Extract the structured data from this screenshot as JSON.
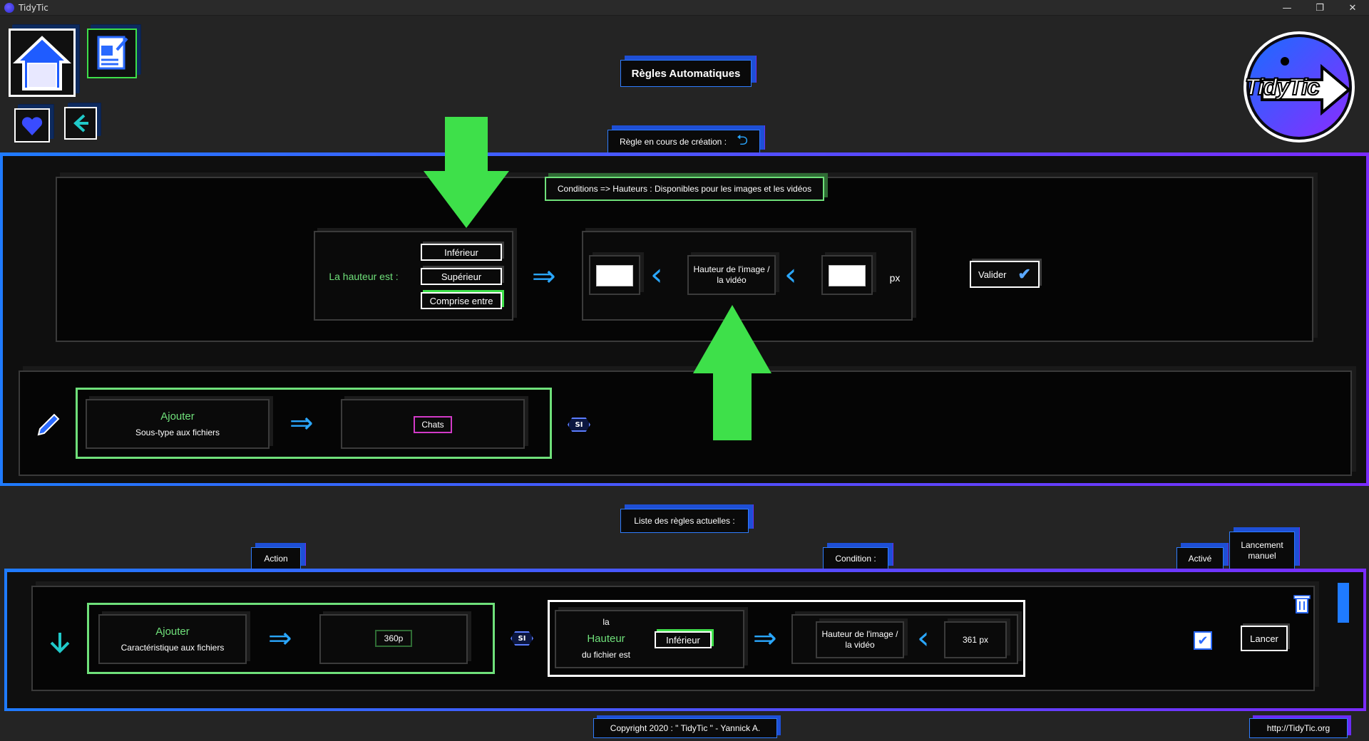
{
  "window": {
    "title": "TidyTic",
    "controls": [
      "—",
      "❐",
      "✕"
    ]
  },
  "header": {
    "page_title": "Règles Automatiques",
    "logo_text": "TidyTic"
  },
  "creation": {
    "section_tab": "Règle en cours de création :",
    "conditions_header": "Conditions => Hauteurs : Disponibles pour les images et les vidéos",
    "height_label": "La hauteur est :",
    "options": [
      "Inférieur",
      "Supérieur",
      "Comprise entre"
    ],
    "selected_option": "Comprise entre",
    "input_min_value": "",
    "input_max_value": "",
    "measure_label": "Hauteur de l'image / la vidéo",
    "unit": "px",
    "validate_label": "Valider",
    "action_title": "Ajouter",
    "action_subtitle": "Sous-type aux fichiers",
    "action_value": "Chats",
    "si_label": "SI"
  },
  "list": {
    "section_tab": "Liste des règles actuelles :",
    "col_action": "Action",
    "col_condition": "Condition :",
    "col_active": "Activé",
    "col_launch": "Lancement manuel",
    "rule": {
      "action_title": "Ajouter",
      "action_subtitle": "Caractéristique aux fichiers",
      "action_value": "360p",
      "si_label": "SI",
      "cond_line1": "la",
      "cond_line2": "Hauteur",
      "cond_line3": "du fichier est",
      "cond_operator": "Inférieur",
      "cond_measure": "Hauteur de l'image / la vidéo",
      "cond_value": "361 px",
      "launch_label": "Lancer"
    }
  },
  "footer": {
    "copyright": "Copyright 2020 : \" TidyTic \" - Yannick A.",
    "website": "http://TidyTic.org"
  },
  "colors": {
    "accent_blue": "#1f7bff",
    "accent_purple": "#7a2cff",
    "accent_green": "#3ee04a"
  }
}
